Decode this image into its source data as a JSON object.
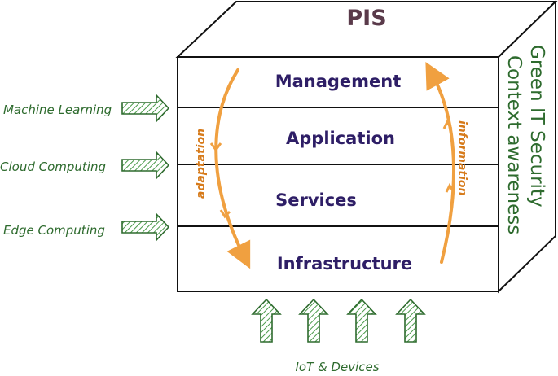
{
  "title": "PIS",
  "layers": [
    "Management",
    "Application",
    "Services",
    "Infrastructure"
  ],
  "inputs": [
    "Machine Learning",
    "Cloud Computing",
    "Edge Computing"
  ],
  "bottom_label": "IoT & Devices",
  "side_labels": {
    "line1": "Green IT  Security",
    "line2": "Context awareness"
  },
  "flows": {
    "down": "adaptation",
    "up": "information"
  },
  "colors": {
    "title": "#5a3a4a",
    "layer": "#2e1e66",
    "green": "#2e6b2e",
    "orange": "#f0a040",
    "orange_text": "#d67a1a",
    "outline": "#111111"
  }
}
